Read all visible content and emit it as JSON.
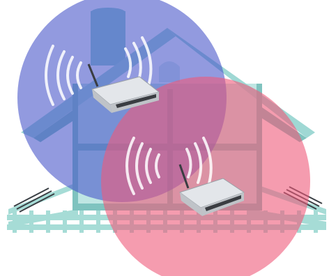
{
  "scene": {
    "colors": {
      "background": "#ffffff",
      "house_frame": "#9fd8d4",
      "house_frame_dark": "#7fc3bf",
      "house_wall": "#bfe6e3",
      "window": "#d7ecee",
      "chimney": "#8fd0cf",
      "fence": "#a6dcd6",
      "fence_wire": "#3a3f44",
      "coverage_upper": "#4a56c9",
      "coverage_lower": "#ef5a7a",
      "router_body": "#bfc3c8",
      "router_top": "#e3e6ea",
      "router_shadow": "#3a3d42",
      "signal_wave": "#ffffff"
    },
    "icons": [
      "house-icon",
      "wireless-router-icon",
      "signal-waves-icon",
      "coverage-zone-icon",
      "fence-icon",
      "chimney-icon"
    ],
    "routers": [
      {
        "name": "router-upper",
        "floor": "upper"
      },
      {
        "name": "router-lower",
        "floor": "lower"
      }
    ],
    "coverage_zones": [
      {
        "name": "coverage-upper",
        "color_key": "coverage_upper",
        "opacity": 0.6
      },
      {
        "name": "coverage-lower",
        "color_key": "coverage_lower",
        "opacity": 0.6
      }
    ]
  }
}
